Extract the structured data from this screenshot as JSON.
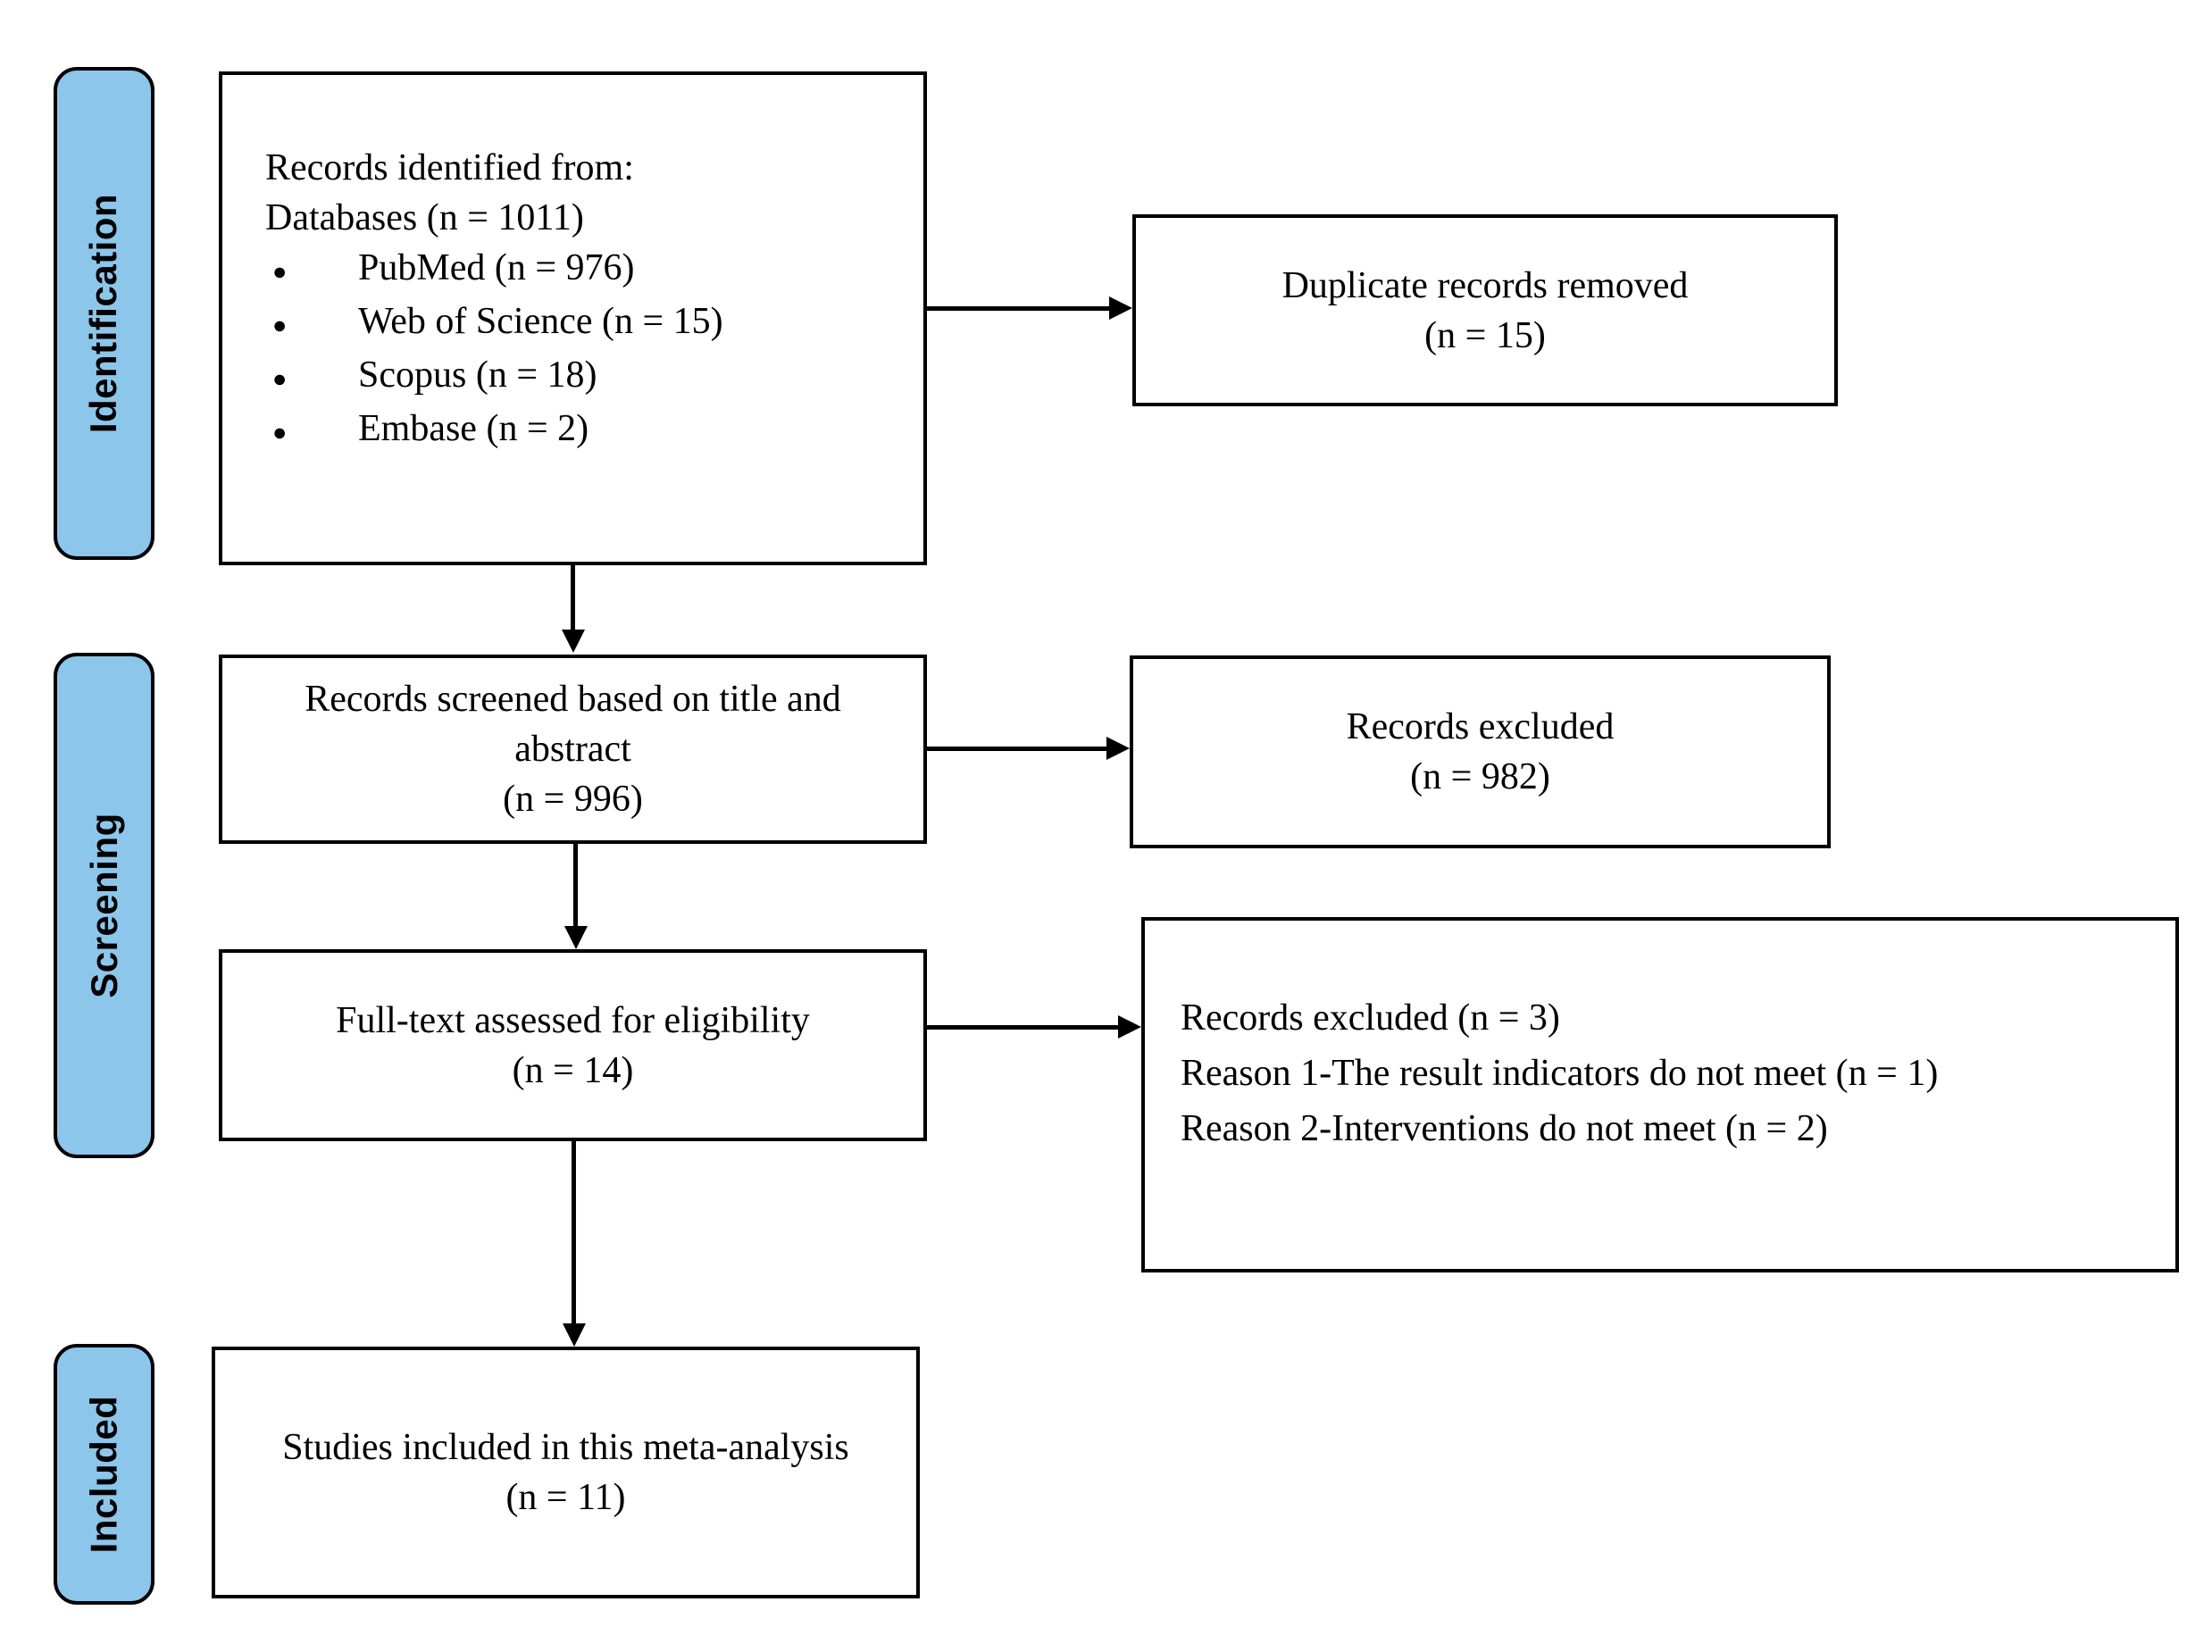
{
  "stage_labels": [
    "Identification",
    "Screening",
    "Included"
  ],
  "bullet_glyph": "●",
  "boxes": {
    "identified": {
      "intro_lines": [
        "Records identified from:",
        "Databases (n = 1011)"
      ],
      "bullet_items": [
        "PubMed (n = 976)",
        "Web of Science (n = 15)",
        "Scopus (n = 18)",
        "Embase (n = 2)"
      ]
    },
    "duplicates_removed": {
      "lines": [
        "Duplicate records removed",
        "(n = 15)"
      ]
    },
    "screened": {
      "lines": [
        "Records screened based on title and",
        "abstract",
        "(n = 996)"
      ]
    },
    "screening_excluded": {
      "lines": [
        "Records excluded",
        "(n = 982)"
      ]
    },
    "fulltext": {
      "lines": [
        "Full-text assessed for eligibility",
        "(n = 14)"
      ]
    },
    "fulltext_excluded": {
      "lines": [
        "Records excluded (n = 3)",
        "Reason 1-The result indicators do not meet (n = 1)",
        "Reason 2-Interventions do not meet (n = 2)"
      ]
    },
    "included": {
      "lines": [
        "Studies included in this meta-analysis",
        "(n = 11)"
      ]
    }
  },
  "colors": {
    "stage_fill": "#8CC6EB",
    "line": "#000000",
    "box_fill": "#FFFFFF"
  }
}
